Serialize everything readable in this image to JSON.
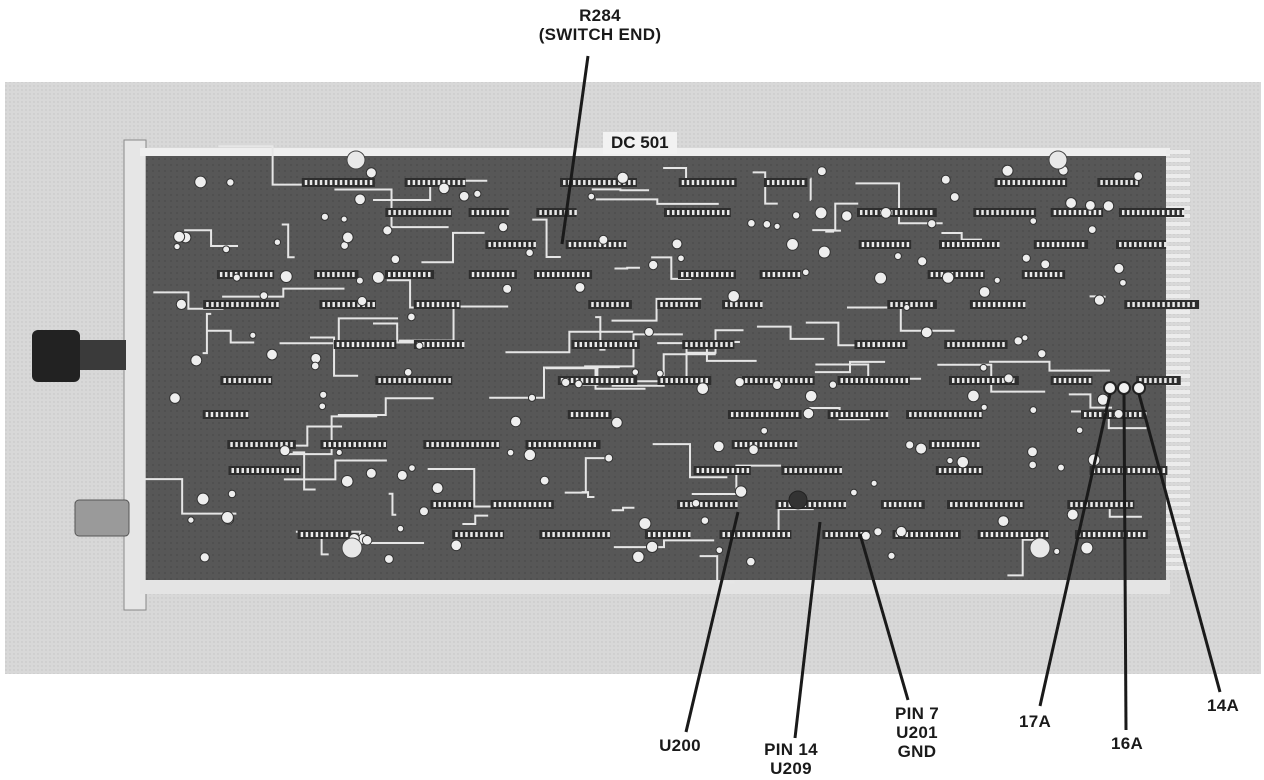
{
  "board": {
    "title": "DC 501"
  },
  "callouts": {
    "r284": {
      "line1": "R284",
      "line2": "(SWITCH END)"
    },
    "u200": {
      "line1": "U200"
    },
    "pin14": {
      "line1": "PIN 14",
      "line2": "U209"
    },
    "pin7": {
      "line1": "PIN 7",
      "line2": "U201",
      "line3": "GND"
    },
    "a17": {
      "line1": "17A"
    },
    "a16": {
      "line1": "16A"
    },
    "a14": {
      "line1": "14A"
    }
  },
  "colors": {
    "background": "#ffffff",
    "photo_backdrop": "#d9d9d9",
    "board": "#5a5a5a",
    "trace": "#e8e8e8",
    "ink": "#1a1a1a"
  }
}
